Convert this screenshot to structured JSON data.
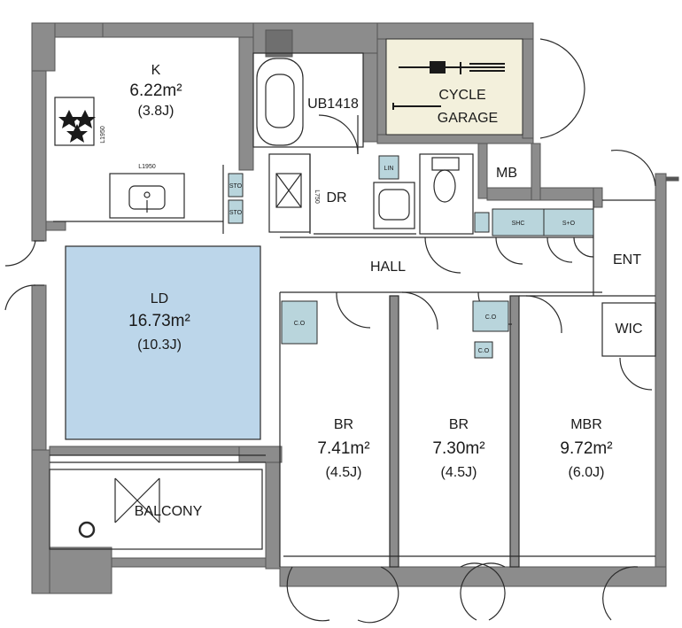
{
  "rooms": {
    "kitchen": {
      "name": "K",
      "area": "6.22m²",
      "jo": "(3.8J)"
    },
    "unit_bath": {
      "name": "UB1418"
    },
    "cycle_garage": {
      "line1": "CYCLE",
      "line2": "GARAGE"
    },
    "meter_box": {
      "name": "MB"
    },
    "dressing_room": {
      "name": "DR"
    },
    "hall": {
      "name": "HALL"
    },
    "entrance": {
      "name": "ENT"
    },
    "living_dining": {
      "name": "LD",
      "area": "16.73m²",
      "jo": "(10.3J)"
    },
    "bedroom_1": {
      "name": "BR",
      "area": "7.41m²",
      "jo": "(4.5J)"
    },
    "bedroom_2": {
      "name": "BR",
      "area": "7.30m²",
      "jo": "(4.5J)"
    },
    "master_bedroom": {
      "name": "MBR",
      "area": "9.72m²",
      "jo": "(6.0J)"
    },
    "walk_in_closet": {
      "name": "WIC"
    },
    "balcony": {
      "name": "BALCONY"
    }
  },
  "fixtures": {
    "linen": "LIN",
    "storage_a": "STO",
    "storage_b": "STO",
    "closet_1": "C.O",
    "closet_2": "C.O",
    "closet_3": "C.O",
    "shoe_closet": "SHC",
    "shoe_closet_2": "S+O",
    "kitchen_dim_1": "L1950",
    "kitchen_dim_2": "L1950",
    "dr_dim": "L750"
  },
  "colors": {
    "wall": "#8c8c8c",
    "wall_dark": "#6f6f6f",
    "living_fill": "#bcd6ea",
    "garage_fill": "#f3f0dc",
    "fixture_fill": "#b9d5dc",
    "line": "#2a2a2a"
  }
}
